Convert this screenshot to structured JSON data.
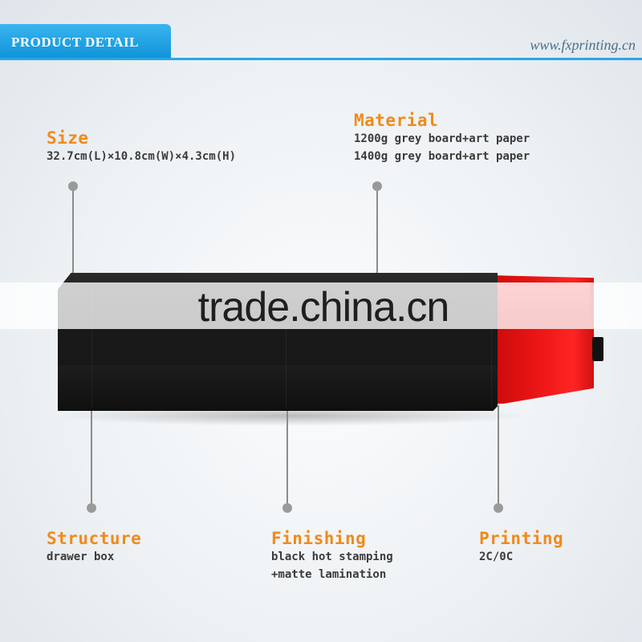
{
  "header": {
    "tab_label": "PRODUCT DETAIL",
    "website": "www.fxprinting.cn"
  },
  "watermark": "trade.china.cn",
  "specs": {
    "size": {
      "title": "Size",
      "lines": [
        "32.7cm(L)×10.8cm(W)×4.3cm(H)"
      ]
    },
    "material": {
      "title": "Material",
      "lines": [
        "1200g grey board+art paper",
        "1400g grey board+art paper"
      ]
    },
    "structure": {
      "title": "Structure",
      "lines": [
        "drawer box"
      ]
    },
    "finishing": {
      "title": "Finishing",
      "lines": [
        "black hot stamping",
        "+matte lamination"
      ]
    },
    "printing": {
      "title": "Printing",
      "lines": [
        "2C/0C"
      ]
    }
  },
  "colors": {
    "accent_blue": "#2aa6e6",
    "title_orange": "#f08a1c",
    "box_black": "#151515",
    "drawer_red": "#e81414"
  }
}
